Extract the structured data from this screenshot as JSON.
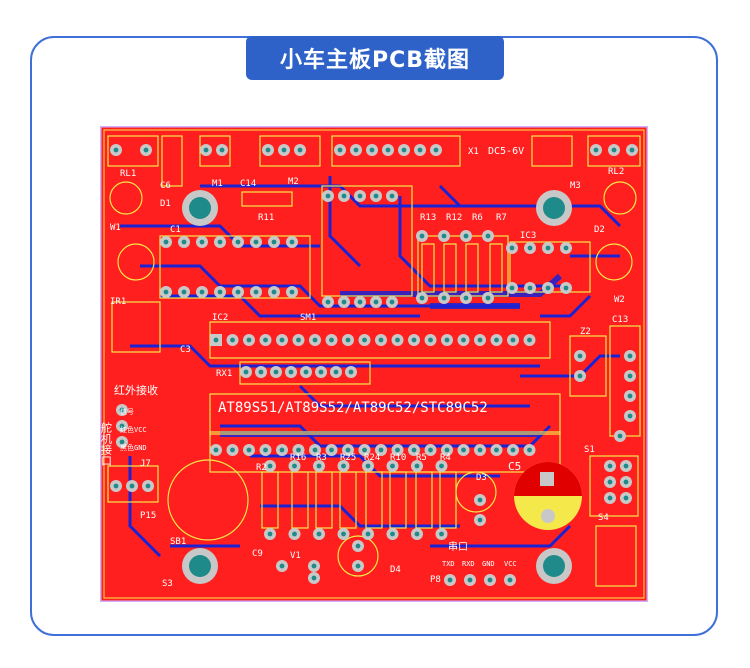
{
  "title": "小车主板PCB截图",
  "board": {
    "colors": {
      "copper": "#ff1f1f",
      "copper_dark": "#e00000",
      "trace_blue": "#1a22d6",
      "silkscreen": "#f4e84a",
      "outline": "#d0b0ff",
      "pad": "#c8c8c8",
      "hole": "#1f8a8a"
    },
    "chip_label": "AT89S51/AT89S52/AT89C52/STC89C52",
    "labels": {
      "rl1": "RL1",
      "c6": "C6",
      "m1": "M1",
      "c14": "C14",
      "m2": "M2",
      "x1": "X1",
      "dc": "DC5-6V",
      "m3": "M3",
      "rl2": "RL2",
      "d1": "D1",
      "r11": "R11",
      "w1": "W1",
      "c1": "C1",
      "r13": "R13",
      "r12": "R12",
      "r6": "R6",
      "r7": "R7",
      "ic3": "IC3",
      "d2": "D2",
      "ir1": "IR1",
      "ic2": "IC2",
      "sm1": "SM1",
      "w2": "W2",
      "z2": "Z2",
      "c13": "C13",
      "c3": "C3",
      "rx1": "RX1",
      "ir_recv": "红外接收",
      "sensor": "舵机接口",
      "signal": "信号",
      "vcc": "红色VCC",
      "gnd": "黑色GND",
      "j7": "J7",
      "p15": "P15",
      "r2": "R2",
      "r16": "R16",
      "r3": "R3",
      "r25": "R25",
      "r24": "R24",
      "r10": "R10",
      "r5": "R5",
      "r4": "R4",
      "d3": "D3",
      "c5": "C5",
      "s1": "S1",
      "sb1": "SB1",
      "s3": "S3",
      "c9": "C9",
      "v1": "V1",
      "d4": "D4",
      "serial": "串口",
      "txd": "TXD",
      "rxd": "RXD",
      "gnd2": "GND",
      "vcc2": "VCC",
      "p8": "P8",
      "s4": "S4"
    }
  }
}
